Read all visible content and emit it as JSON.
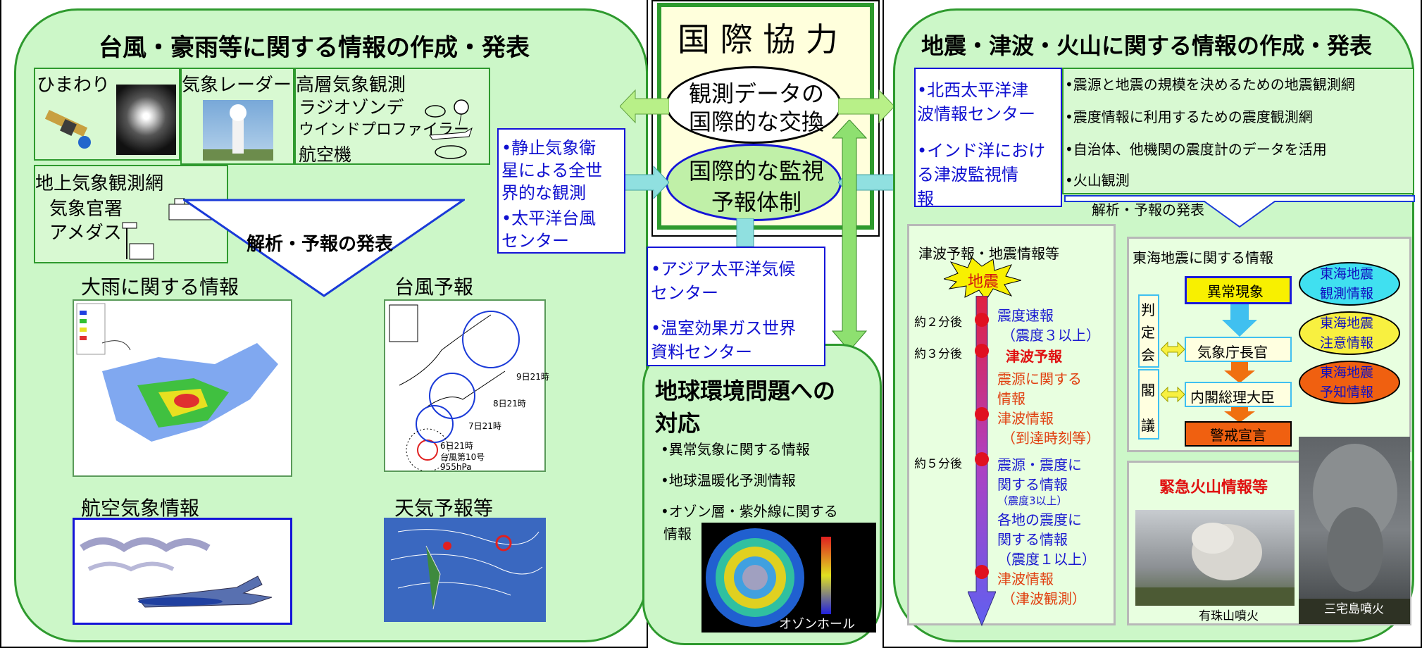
{
  "left": {
    "title": "台風・豪雨等に関する情報の作成・発表",
    "obs": {
      "himawari": "ひまわり",
      "radar": "気象レーダー",
      "upper_title": "高層気象観測",
      "upper_items": [
        "ラジオゾンデ",
        "ウインドプロファイラー",
        "航空機"
      ],
      "ground_title": "地上気象観測網",
      "ground_items": [
        "気象官署",
        "アメダス"
      ]
    },
    "analysis": "解析・予報の発表",
    "heavy_rain": "大雨に関する情報",
    "typhoon": "台風予報",
    "typhoon_labels": [
      "9日21時",
      "8日21時",
      "7日21時",
      "6日21時",
      "台風第10号",
      "955hPa"
    ],
    "aviation": "航空気象情報",
    "forecast": "天気予報等"
  },
  "center": {
    "title": "国 際 協 力",
    "exchange": [
      "観測データの",
      "国際的な交換"
    ],
    "monitor": [
      "国際的な監視",
      "予報体制"
    ],
    "satellite": [
      "•静止気象衛",
      "星による全世",
      "界的な観測",
      "•太平洋台風",
      "センター"
    ],
    "asia": [
      "•アジア太平洋気候",
      "センター",
      "•温室効果ガス世界",
      "資料センター"
    ]
  },
  "env": {
    "title": [
      "地球環境問題への",
      "対応"
    ],
    "items": [
      "•異常気象に関する情報",
      "•地球温暖化予測情報",
      "•オゾン層・紫外線に関する",
      "情報"
    ],
    "ozone": "オゾンホール"
  },
  "right": {
    "title": "地震・津波・火山に関する情報の作成・発表",
    "tsunami_centers": [
      "•北西太平洋津",
      "波情報センター",
      "•インド洋におけ",
      "る津波監視情",
      "報"
    ],
    "quake_items": [
      "•震源と地震の規模を決めるための地震観測網",
      "•震度情報に利用するための震度観測網",
      "•自治体、他機関の震度計のデータを活用",
      "•火山観測"
    ],
    "analysis": "解析・予報の発表",
    "tsunami": {
      "title": "津波予報・地震情報等",
      "quake": "地震",
      "t2": "約２分後",
      "t3": "約３分後",
      "t5": "約５分後",
      "shindo_fast": [
        "震度速報",
        "（震度３以上）"
      ],
      "tsunami_forecast": "津波予報",
      "epicenter": [
        "震源に関する",
        "情報"
      ],
      "tsunami_info": [
        "津波情報",
        "（到達時刻等）"
      ],
      "epi_shindo": [
        "震源・震度に",
        "関する情報"
      ],
      "shindo3": "（震度3以上）",
      "local": [
        "各地の震度に",
        "関する情報",
        "（震度１以上）"
      ],
      "tsunami_obs": [
        "津波情報",
        "（津波観測）"
      ]
    },
    "tokai": {
      "title": "東海地震に関する情報",
      "anomaly": "異常現象",
      "jma": "気象庁長官",
      "pm": "内閣総理大臣",
      "warning": "警戒宣言",
      "hantei": [
        "判",
        "定",
        "会"
      ],
      "kakugi": [
        "閣",
        "議"
      ],
      "obs_info": [
        "東海地震",
        "観測情報"
      ],
      "caution_info": [
        "東海地震",
        "注意情報"
      ],
      "predict_info": [
        "東海地震",
        "予知情報"
      ]
    },
    "volcano": {
      "title": "緊急火山情報等",
      "usu": "有珠山噴火",
      "miyake": "三宅島噴火"
    }
  }
}
